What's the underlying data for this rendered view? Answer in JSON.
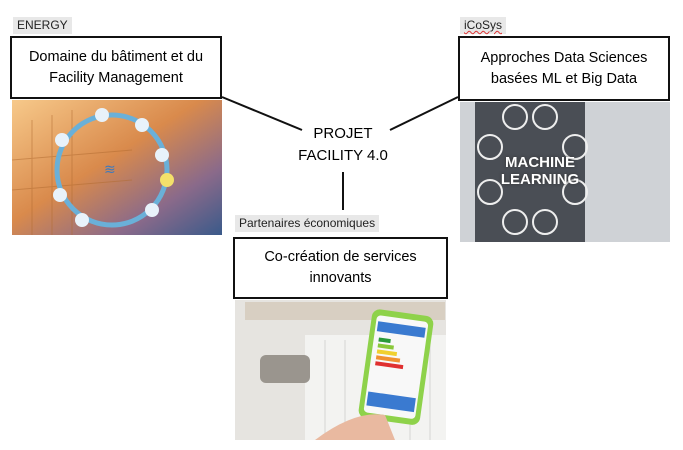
{
  "energy": {
    "tag": "ENERGY",
    "title_line1": "Domaine du bâtiment et du",
    "title_line2": "Facility Management",
    "image": "smart-building-iot-image"
  },
  "icosys": {
    "tag": "iCoSys",
    "title_line1": "Approches Data Sciences",
    "title_line2": "basées ML et Big Data",
    "image": "machine-learning-image",
    "image_text_1": "MACHINE",
    "image_text_2": "LEARNING"
  },
  "partners": {
    "tag": "Partenaires économiques",
    "title_line1": "Co-création de services",
    "title_line2": "innovants",
    "image": "smart-thermostat-phone-image"
  },
  "center": {
    "line1": "PROJET",
    "line2": "FACILITY 4.0"
  }
}
